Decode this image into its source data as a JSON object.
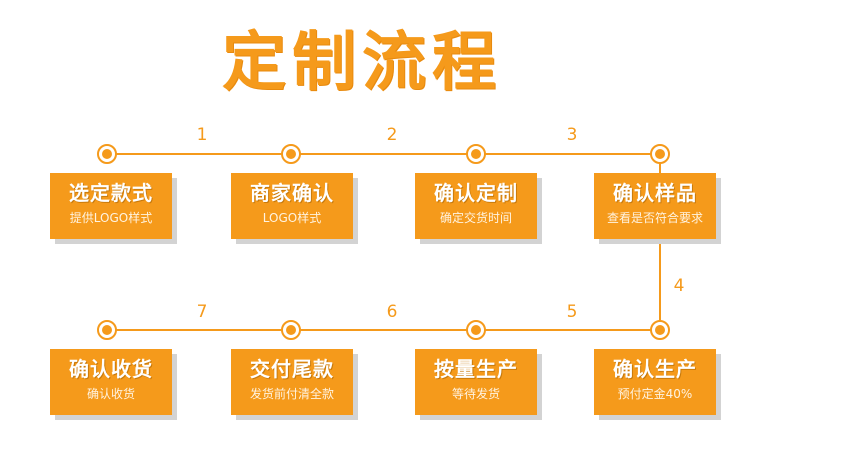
{
  "title": "定制流程",
  "steps": [
    {
      "number": "1",
      "main": "选定款式",
      "sub": "提供LOGO样式"
    },
    {
      "number": "2",
      "main": "商家确认",
      "sub": "LOGO样式"
    },
    {
      "number": "3",
      "main": "确认定制",
      "sub": "确定交货时间"
    },
    {
      "number": "4",
      "main": "确认样品",
      "sub": "查看是否符合要求"
    },
    {
      "number": "5",
      "main": "确认生产",
      "sub": "预付定金40%"
    },
    {
      "number": "6",
      "main": "按量生产",
      "sub": "等待发货"
    },
    {
      "number": "7",
      "main": "交付尾款",
      "sub": "发货前付清全款"
    },
    {
      "number": "",
      "main": "确认收货",
      "sub": "确认收货"
    }
  ],
  "colors": {
    "accent": "#f59a1b",
    "shadow": "#d3d3d3",
    "background": "#ffffff"
  }
}
